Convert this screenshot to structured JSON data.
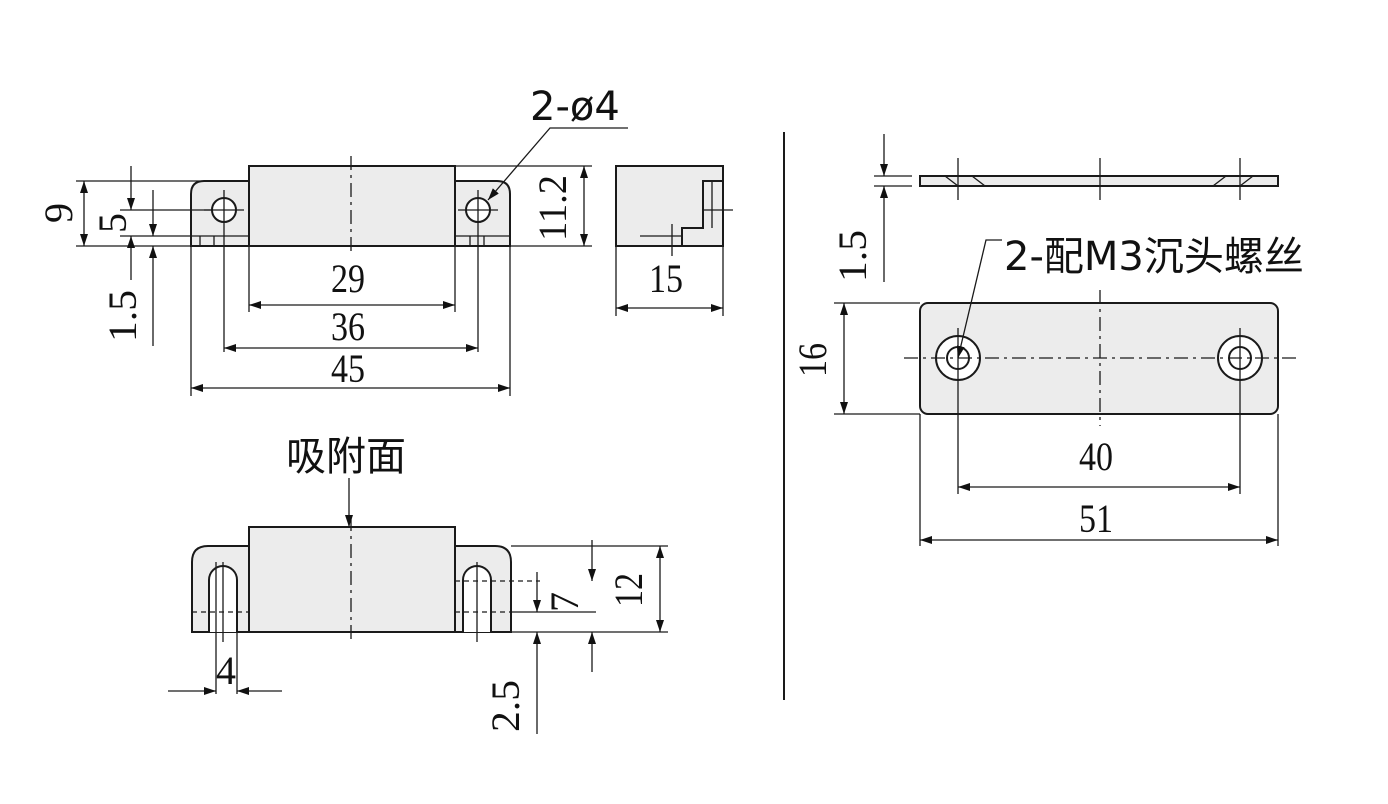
{
  "drawing": {
    "front_view": {
      "hole_note": "2-ø4",
      "dims": {
        "total_height": "9",
        "hole_offset": "5",
        "base_thickness": "1.5",
        "body_height": "11.2",
        "body_width": "29",
        "hole_pitch": "36",
        "total_length": "45"
      }
    },
    "side_view": {
      "dims": {
        "depth": "15"
      }
    },
    "bottom_view": {
      "face_label": "吸附面",
      "dims": {
        "slot_width": "4",
        "base_offset": "2.5",
        "slot_height": "7",
        "total_height": "12"
      }
    },
    "plate_view": {
      "screw_note": "2-配M3沉头螺丝",
      "dims": {
        "thickness": "1.5",
        "width": "16",
        "hole_pitch": "40",
        "length": "51"
      }
    }
  }
}
